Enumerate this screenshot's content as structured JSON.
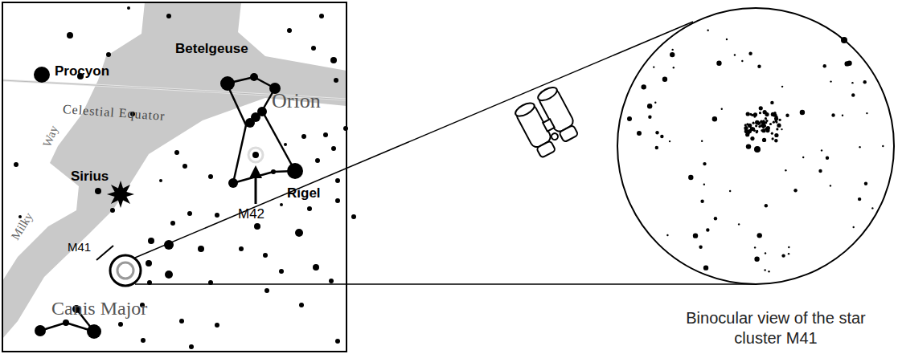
{
  "diagram": {
    "caption": "Binocular view of the star cluster M41",
    "labels": [
      "Betelgeuse",
      "Procyon",
      "Orion",
      "Celestial Equator",
      "Way",
      "Milky",
      "Rigel",
      "Sirius",
      "M42",
      "M41",
      "Canis Major"
    ]
  }
}
